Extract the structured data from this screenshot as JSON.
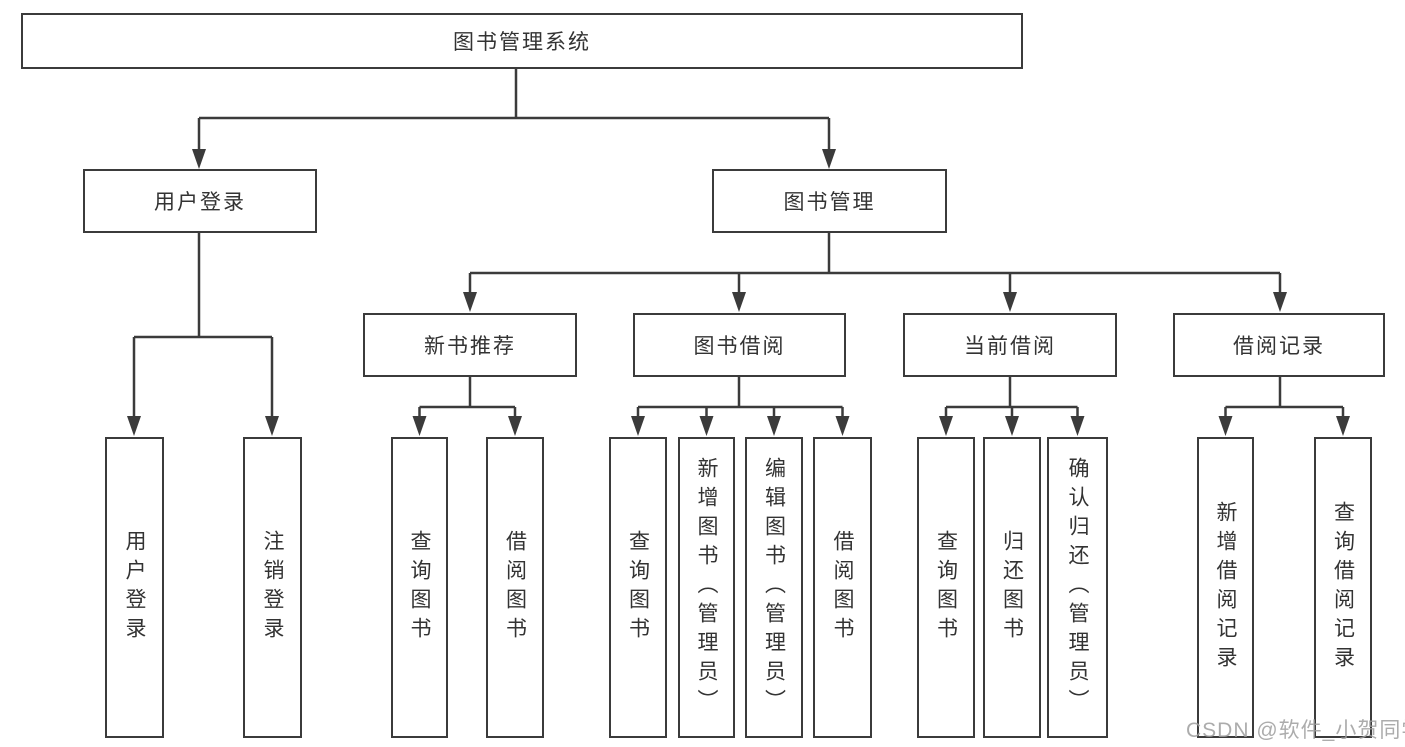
{
  "colors": {
    "line": "#3b3b3b",
    "text": "#333333",
    "background": "#ffffff",
    "watermark": "#9e9e9e"
  },
  "root": {
    "label": "图书管理系统"
  },
  "level2": [
    {
      "label": "用户登录"
    },
    {
      "label": "图书管理"
    }
  ],
  "level3": [
    {
      "label": "新书推荐"
    },
    {
      "label": "图书借阅"
    },
    {
      "label": "当前借阅"
    },
    {
      "label": "借阅记录"
    }
  ],
  "leaves": [
    {
      "label": "用户登录"
    },
    {
      "label": "注销登录"
    },
    {
      "label": "查询图书"
    },
    {
      "label": "借阅图书"
    },
    {
      "label": "查询图书"
    },
    {
      "label": "新增图书（管理员）"
    },
    {
      "label": "编辑图书（管理员）"
    },
    {
      "label": "借阅图书"
    },
    {
      "label": "查询图书"
    },
    {
      "label": "归还图书"
    },
    {
      "label": "确认归还（管理员）"
    },
    {
      "label": "新增借阅记录"
    },
    {
      "label": "查询借阅记录"
    }
  ],
  "watermark": {
    "text": "CSDN @软件_小贺同学"
  }
}
